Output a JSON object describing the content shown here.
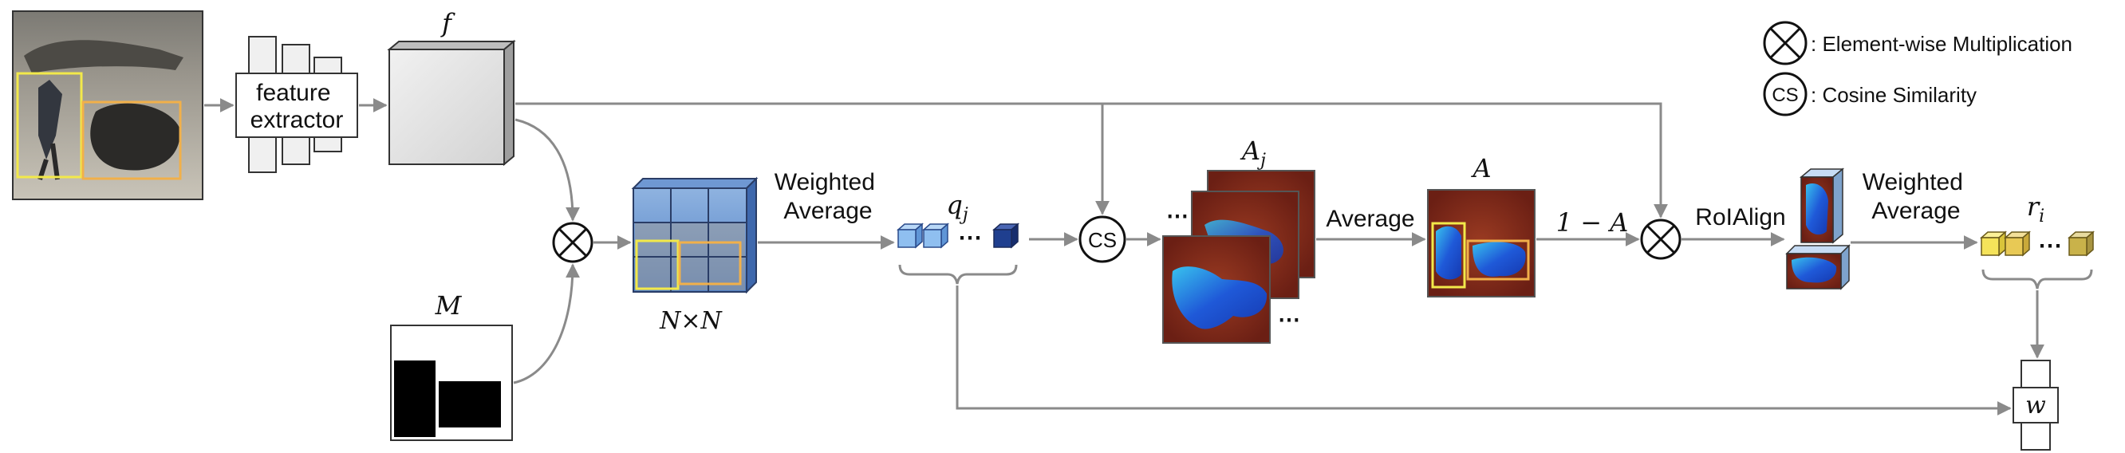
{
  "labels": {
    "feature_extractor": "feature extractor",
    "f": "f",
    "M": "M",
    "NxN": "N×N",
    "weighted_average_1": "Weighted Average",
    "q_j": "q",
    "q_sub": "j",
    "cs": "CS",
    "A_j": "A",
    "A_j_sub": "j",
    "average": "Average",
    "A": "A",
    "one_minus_A": "1 − A",
    "roialign": "RoIAlign",
    "weighted_average_2": "Weighted Average",
    "r_i": "r",
    "r_sub": "i",
    "w": "w",
    "dots": "⋯"
  },
  "legend": {
    "multiplication": ": Element-wise Multiplication",
    "cosine": ": Cosine Similarity",
    "cs_symbol": "CS"
  },
  "colors": {
    "arrow": "#8a8a8a",
    "bbox_yellow": "#f2e94a",
    "bbox_orange": "#f1b04a",
    "q_light": "#8fbff0",
    "q_dark": "#1f3f8f",
    "r_light": "#f5e35a",
    "r_dark": "#c9b24a",
    "heat_red": "#8a2a1a",
    "heat_blue": "#1d4fd6"
  }
}
